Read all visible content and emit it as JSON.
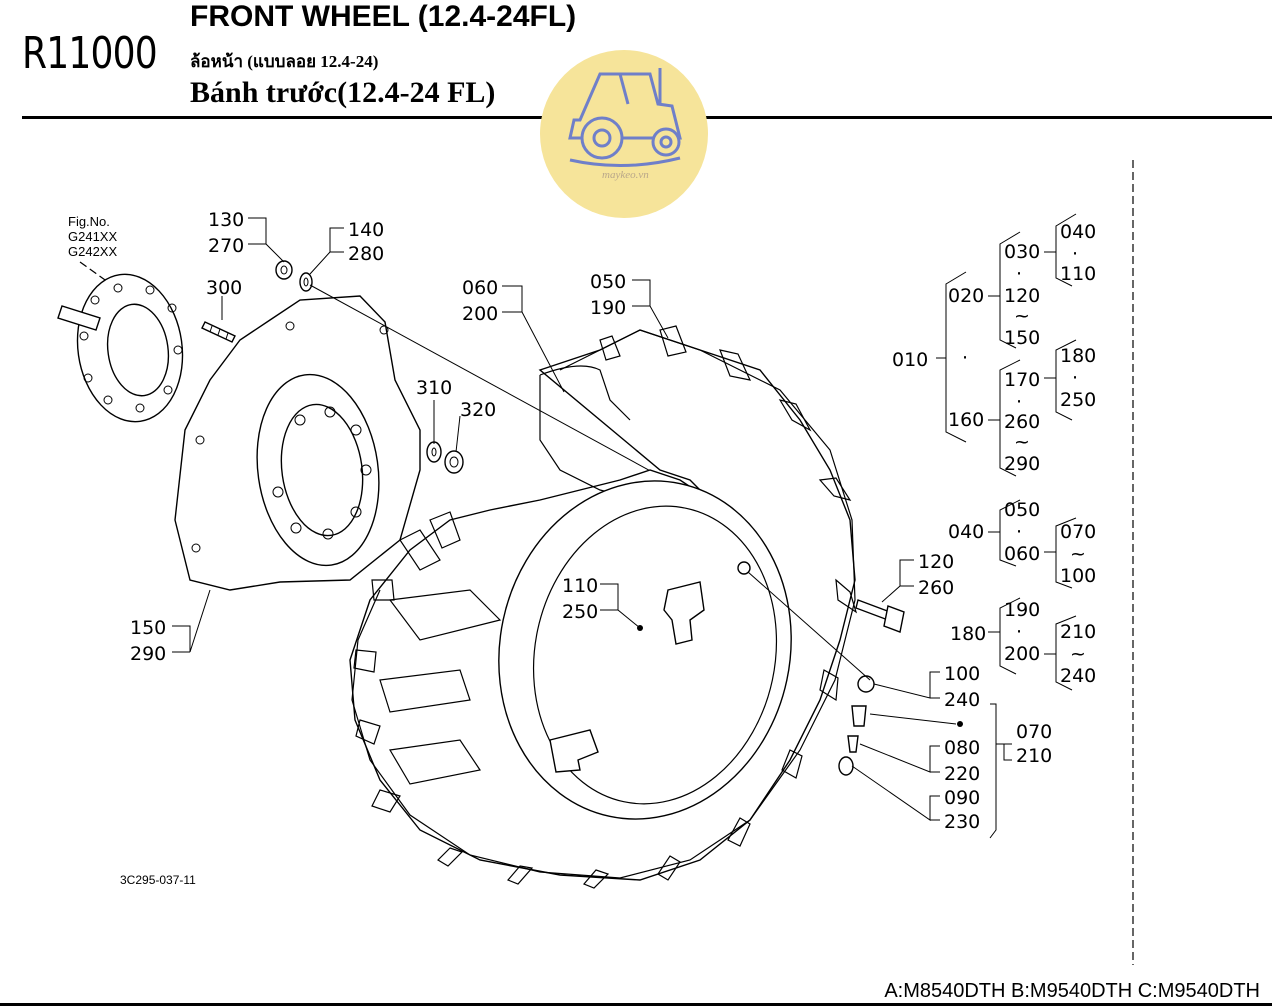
{
  "header": {
    "code": "R11000",
    "title_en": "FRONT WHEEL (12.4-24FL)",
    "title_th": "ล้อหน้า (แบบลอย 12.4-24)",
    "title_vi": "Bánh trước(12.4-24 FL)"
  },
  "figure_ref": [
    "Fig.No.",
    "G241XX",
    "G242XX"
  ],
  "drawing_code": "3C295-037-11",
  "models": "A:M8540DTH B:M9540DTH C:M9540DTH",
  "watermark": {
    "text": "maykeo.vn",
    "color": "#f6e49a",
    "stroke": "#6f7fc9"
  },
  "labels": {
    "l130": "130",
    "l270": "270",
    "l140": "140",
    "l280": "280",
    "l300": "300",
    "l060": "060",
    "l200": "200",
    "l050": "050",
    "l190": "190",
    "l310": "310",
    "l320": "320",
    "l110": "110",
    "l250": "250",
    "l150": "150",
    "l290": "290",
    "l120": "120",
    "l260": "260",
    "l100": "100",
    "l240": "240",
    "l080": "080",
    "l220": "220",
    "l090": "090",
    "l230": "230",
    "l070": "070",
    "l210": "210"
  },
  "tree": {
    "t010": "010",
    "t020": "020",
    "t030": "030",
    "t040a": "040",
    "t110": "110",
    "t120": "120",
    "t150": "150",
    "t160": "160",
    "t170": "170",
    "t180a": "180",
    "t250": "250",
    "t260": "260",
    "t290": "290",
    "t040b": "040",
    "t050": "050",
    "t060": "060",
    "t070": "070",
    "t100": "100",
    "t180b": "180",
    "t190": "190",
    "t200": "200",
    "t210": "210",
    "t240": "240",
    "dot": "·",
    "tilde": "~"
  }
}
